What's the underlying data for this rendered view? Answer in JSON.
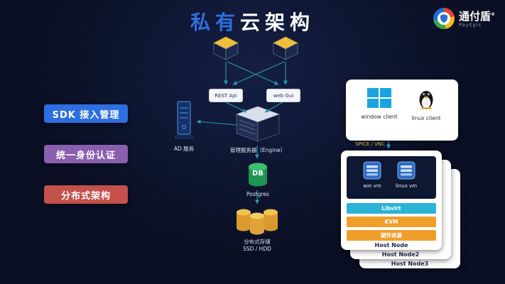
{
  "title": {
    "accent": "私有",
    "rest": "云架构"
  },
  "logo": {
    "name": "通付盾",
    "reg": "®",
    "subtitle": "PayEgis"
  },
  "badges": [
    {
      "label": "SDK  接入管理",
      "color": "#2e6fe0"
    },
    {
      "label": "统一身份认证",
      "color": "#8a5fae"
    },
    {
      "label": "分布式架构",
      "color": "#c4514b"
    }
  ],
  "core": {
    "rest_api": "REST Api",
    "web_gui": "web Gui",
    "mgmt_server": "管理服务器（Engine）",
    "ad_service": "AD 服务",
    "db": "DB",
    "db_name": "Postgres",
    "storage": "分布式存储",
    "storage_type": "SSD / HDD"
  },
  "clients": {
    "windows_label": "window client",
    "linux_label": "linux client",
    "protocol": "SPICE / VNC"
  },
  "hosts": {
    "vm_labels": [
      "win vm",
      "linux vm"
    ],
    "layers": [
      {
        "label": "Libvirt",
        "color": "#2bb3d6"
      },
      {
        "label": "KVM",
        "color": "#f09e2a"
      },
      {
        "label": "硬件资源",
        "color": "#f09e2a"
      }
    ],
    "nodes": [
      "Host Node",
      "Host Node2",
      "Host Node3"
    ]
  },
  "colors": {
    "background": "#0a0f24",
    "arrow": "#2a9ab2",
    "title_accent": "#2f6fe0"
  }
}
